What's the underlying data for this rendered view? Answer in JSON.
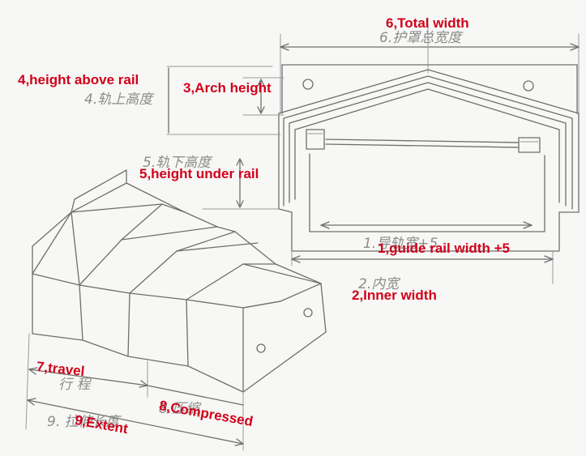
{
  "labels": {
    "total_width": "6,Total width",
    "height_above_rail": "4,height above  rail",
    "arch_height": "3,Arch height",
    "height_under_rail": "5,height under rail",
    "guide_rail_width": "1,guide rail width +5",
    "inner_width": "2,Inner width",
    "travel": "7,travel",
    "compressed": "8,Compressed",
    "extent": "9,Extent"
  },
  "pencil_notes": {
    "total_width": "6.护罩总宽度",
    "height_above_rail": "4.轨上高度",
    "height_under_rail": "5.轨下高度",
    "guide_rail_width": "1.导轨宽+5",
    "inner_width": "2.内宽",
    "travel": "行 程",
    "compressed": "8.压缩",
    "extent": "9. 拉伸长度"
  },
  "colors": {
    "label_red": "#d0021b",
    "pencil_gray": "#8c8c8c"
  }
}
